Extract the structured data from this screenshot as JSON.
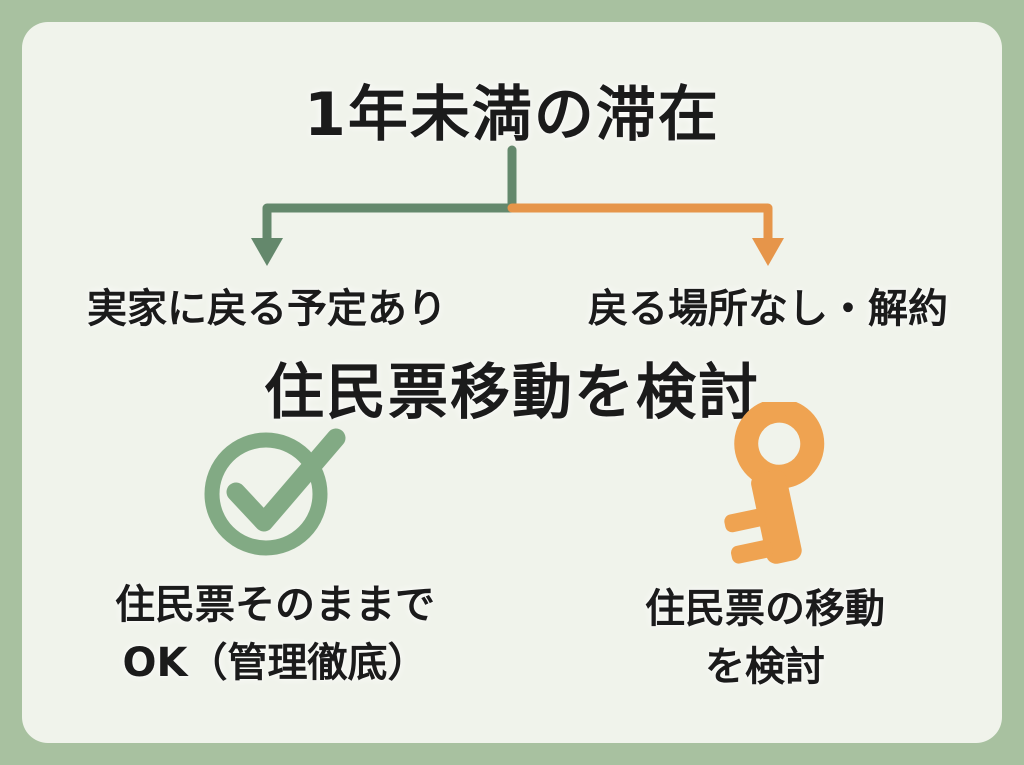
{
  "title": "1年未満の滞在",
  "branches": {
    "left_label": "実家に戻る予定あり",
    "right_label": "戻る場所なし・解約"
  },
  "mid_heading": "住民票移動を検討",
  "outcomes": {
    "left": {
      "line1": "住民票そのままで",
      "line2": "OK（管理徹底）",
      "icon": "check-circle-icon"
    },
    "right": {
      "line1": "住民票の移動",
      "line2": "を検討",
      "icon": "key-icon"
    }
  },
  "colors": {
    "outer_background": "#a8c1a0",
    "card_background": "#f0f3eb",
    "branch_green": "#64886c",
    "branch_orange": "#e6954a",
    "check_green": "#82aa84",
    "key_orange": "#efa351",
    "text": "#1b1b1b"
  }
}
